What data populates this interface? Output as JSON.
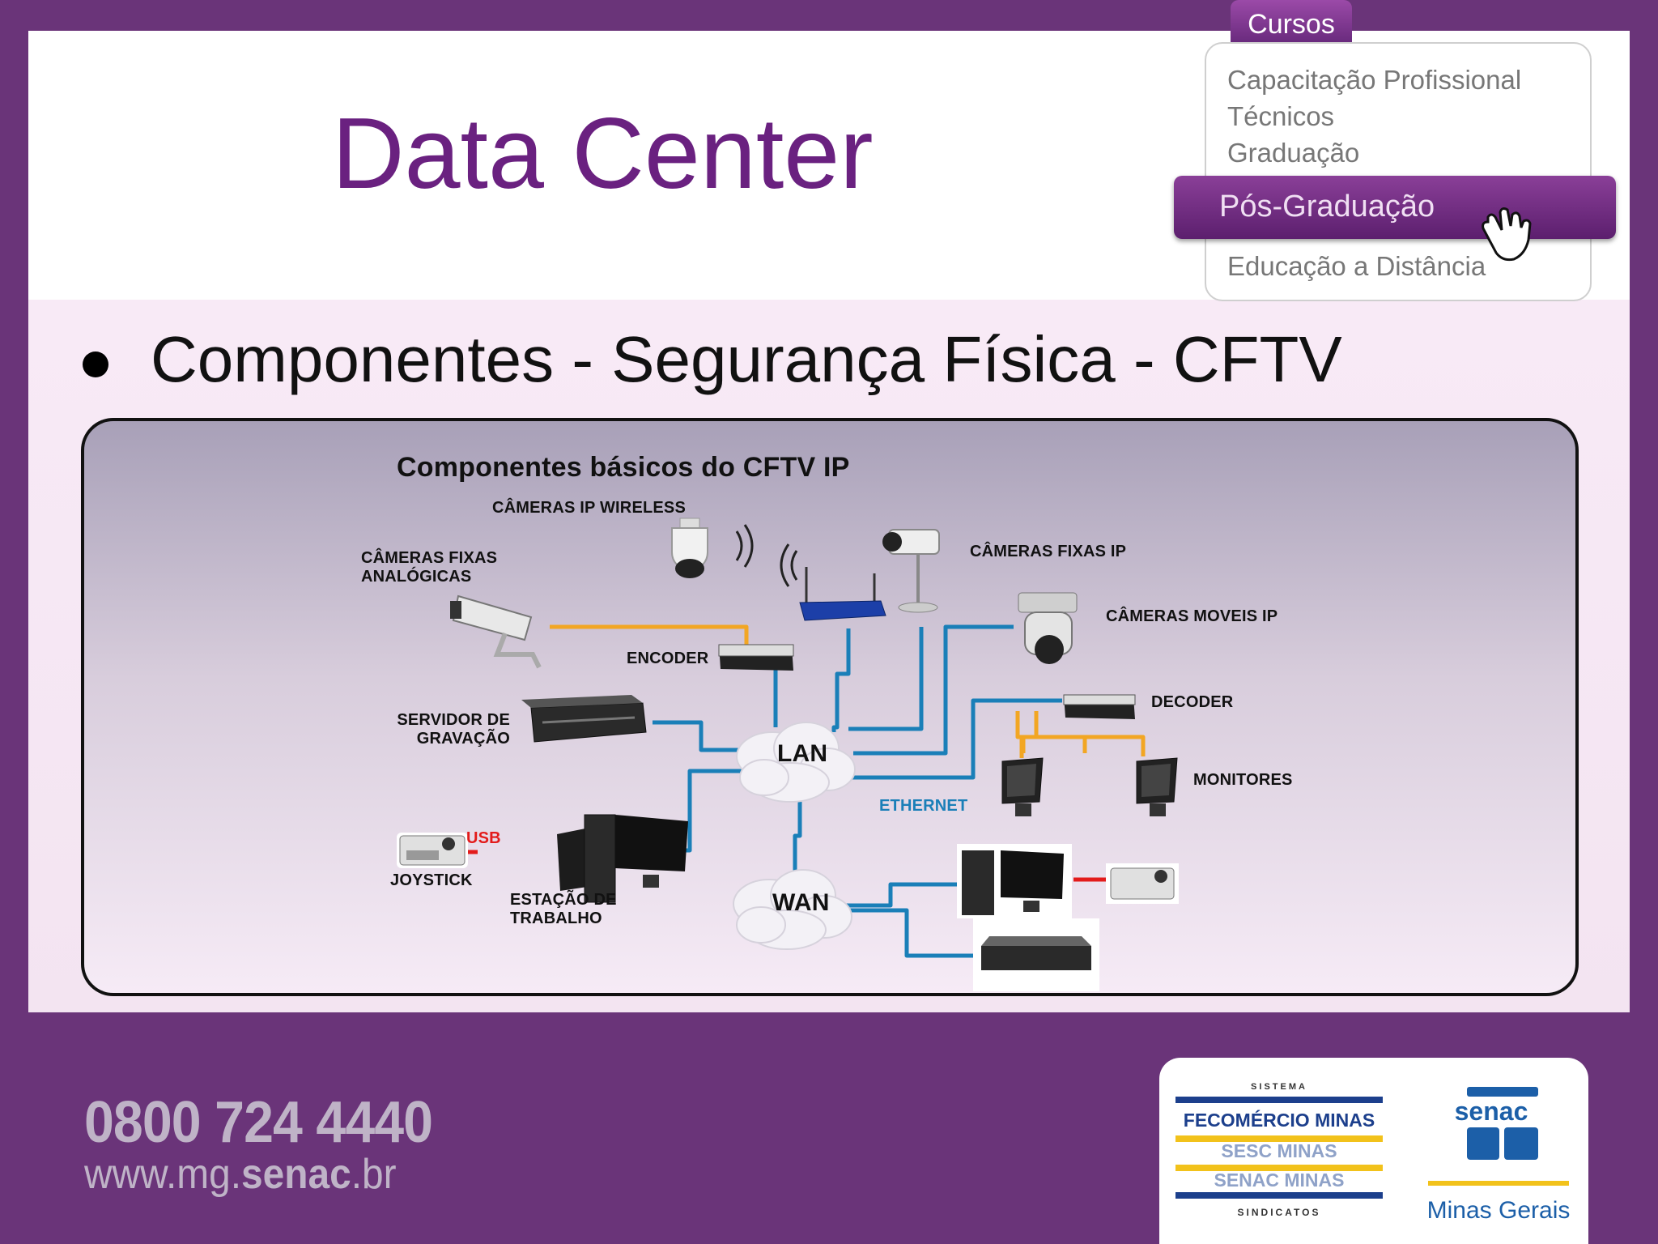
{
  "header": {
    "title": "Data Center",
    "menu_tab": "Cursos",
    "menu_items": [
      "Capacitação Profissional",
      "Técnicos",
      "Graduação",
      "Pós-Graduação",
      "Educação a Distância"
    ],
    "active_index": 3
  },
  "content": {
    "bullet": "Componentes - Segurança Física - CFTV"
  },
  "diagram": {
    "title": "Componentes básicos do CFTV IP",
    "labels": {
      "cameras_ip_wireless": "CÂMERAS IP WIRELESS",
      "cameras_fixas_analogicas_1": "CÂMERAS FIXAS",
      "cameras_fixas_analogicas_2": "ANALÓGICAS",
      "cameras_fixas_ip": "CÂMERAS FIXAS IP",
      "cameras_moveis_ip": "CÂMERAS MOVEIS IP",
      "encoder": "ENCODER",
      "decoder": "DECODER",
      "servidor_1": "SERVIDOR DE",
      "servidor_2": "GRAVAÇÃO",
      "lan": "LAN",
      "wan": "WAN",
      "monitores": "MONITORES",
      "ethernet": "ETHERNET",
      "usb": "USB",
      "joystick": "JOYSTICK",
      "estacao_1": "ESTAÇÃO DE",
      "estacao_2": "TRABALHO"
    },
    "colors": {
      "ethernet": "#1a7fb8",
      "analog": "#f2a623",
      "usb": "#e31b1b"
    }
  },
  "footer": {
    "phone": "0800 724 4440",
    "url_prefix": "www.mg.",
    "url_bold": "senac",
    "url_suffix": ".br",
    "logo_left": {
      "top": "SISTEMA",
      "line1": "FECOMÉRCIO MINAS",
      "line2": "SESC MINAS",
      "line3": "SENAC MINAS",
      "bottom": "SINDICATOS"
    },
    "logo_right": {
      "name": "senac",
      "region": "Minas Gerais"
    }
  }
}
